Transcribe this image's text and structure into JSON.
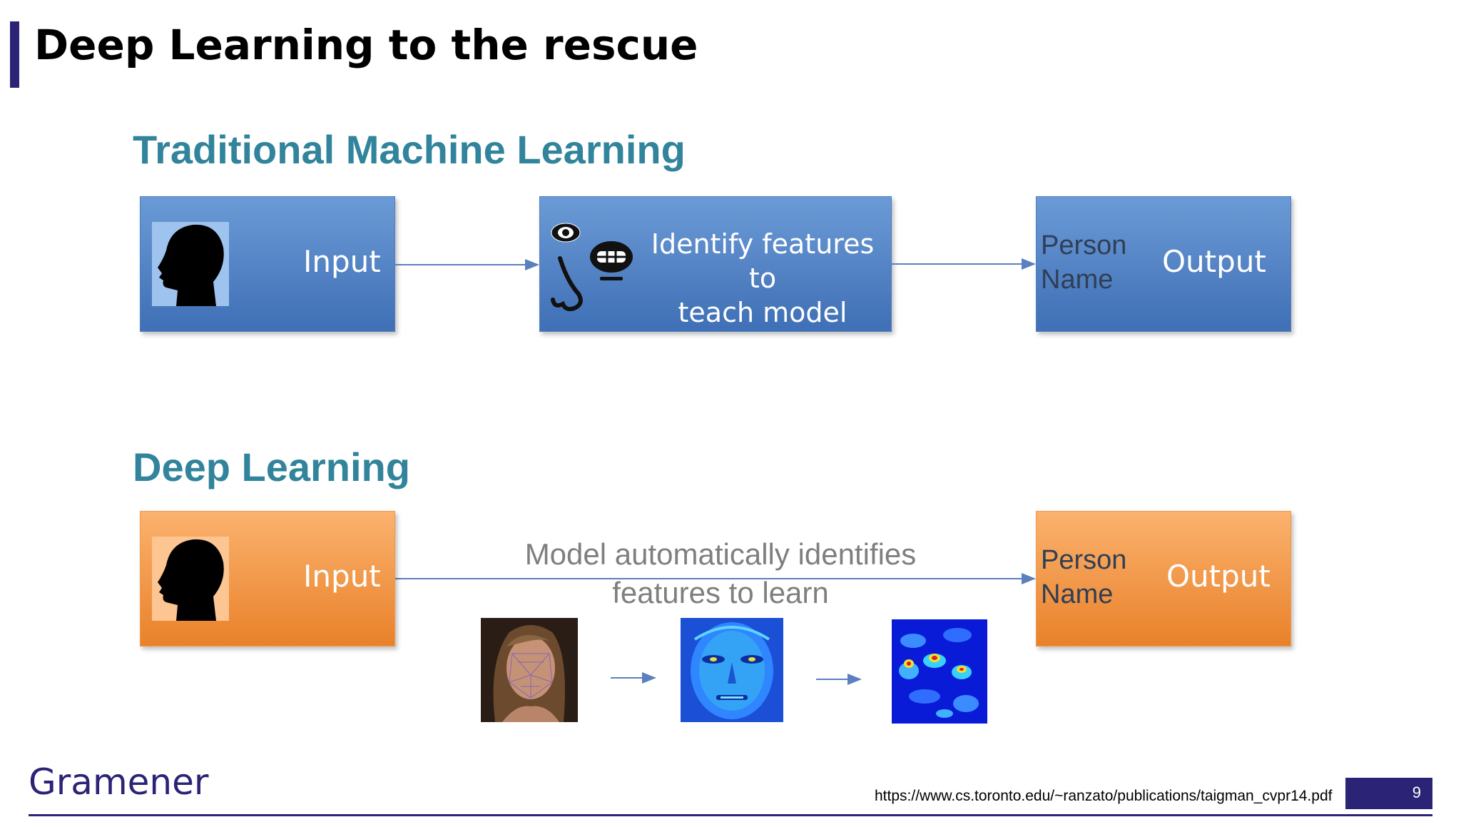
{
  "slide": {
    "title": "Deep Learning to the rescue",
    "page_number": "9"
  },
  "traditional": {
    "heading": "Traditional Machine Learning",
    "input_label": "Input",
    "features_text": "Identify features to\nteach model",
    "person_name": "Person\nName",
    "output_label": "Output"
  },
  "deep": {
    "heading": "Deep Learning",
    "input_label": "Input",
    "auto_text": "Model automatically identifies\nfeatures to learn",
    "person_name": "Person\nName",
    "output_label": "Output"
  },
  "footer": {
    "brand": "Gramener",
    "url": "https://www.cs.toronto.edu/~ranzato/publications/taigman_cvpr14.pdf"
  },
  "colors": {
    "accent": "#2b2376",
    "heading": "#31849b",
    "blue_box": "#4f81bd",
    "orange_box": "#f79646"
  }
}
